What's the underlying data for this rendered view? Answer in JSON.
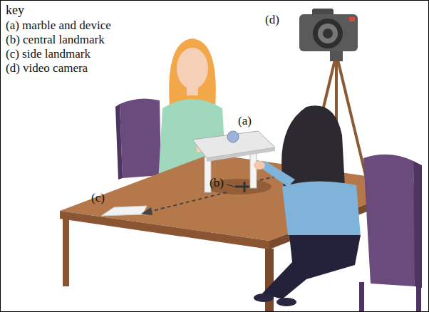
{
  "diagram": {
    "labels": [
      "key",
      "(a) marble and device",
      "(b) central landmark",
      "(c) side landmark",
      "(d) video camera",
      "(a)",
      "(b)",
      "(c)",
      "(d)"
    ]
  }
}
